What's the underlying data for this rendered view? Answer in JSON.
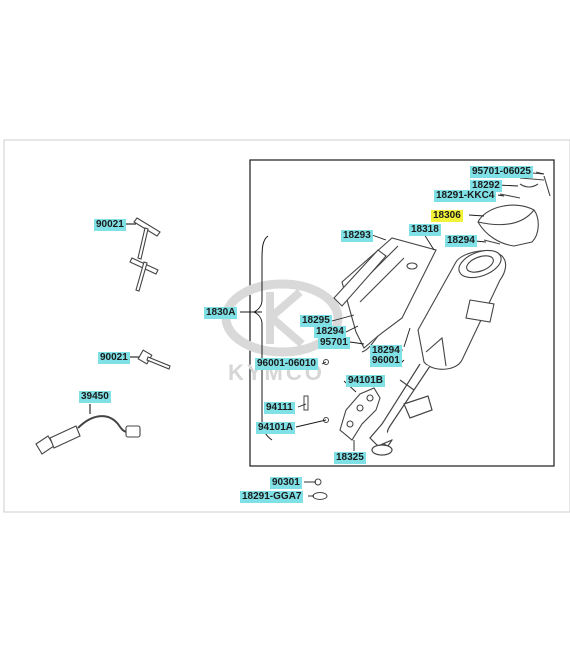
{
  "diagram": {
    "watermark_text": "KYMCO",
    "colors": {
      "highlight_cyan": "#7fe0e6",
      "highlight_yellow": "#f2f23a",
      "line": "#1a1a1a",
      "part_stroke": "#444444",
      "watermark": "#d6d6d6"
    },
    "labels": {
      "p90021_top": "90021",
      "p90021_bottom": "90021",
      "p39450": "39450",
      "p1830A": "1830A",
      "p95701_06025": "95701-06025",
      "p18292": "18292",
      "p18291_KKC4": "18291-KKC4",
      "p18306": "18306",
      "p18294_top": "18294",
      "p18293": "18293",
      "p18318": "18318",
      "p18295": "18295",
      "p18294_mid": "18294",
      "p95701": "95701",
      "p18294_right": "18294",
      "p96001": "96001",
      "p96001_06010": "96001-06010",
      "p94101B": "94101B",
      "p94111": "94111",
      "p94101A": "94101A",
      "p18325": "18325",
      "p90301": "90301",
      "p18291_GGA7": "18291-GGA7"
    }
  }
}
